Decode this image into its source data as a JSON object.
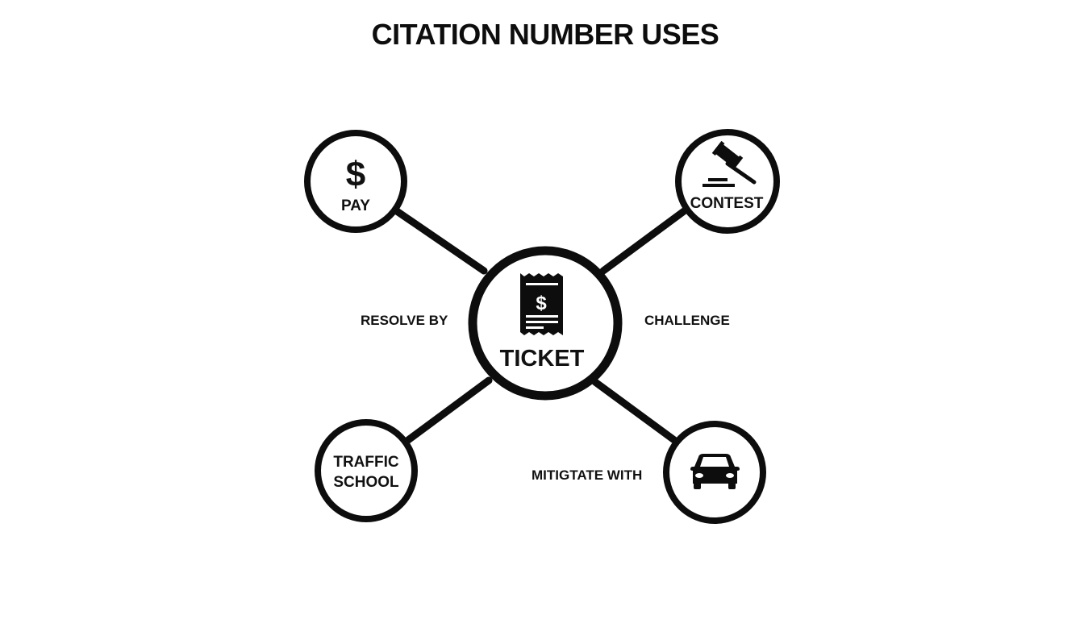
{
  "title": "CITATION NUMBER USES",
  "colors": {
    "stroke": "#0d0d0d",
    "background": "#ffffff"
  },
  "center": {
    "label": "TICKET",
    "icon": "receipt-dollar-icon"
  },
  "nodes": [
    {
      "id": "pay",
      "label": "PAY",
      "icon": "dollar-icon",
      "position": "top-left"
    },
    {
      "id": "contest",
      "label": "CONTEST",
      "icon": "gavel-icon",
      "position": "top-right"
    },
    {
      "id": "traffic-school",
      "label_line1": "TRAFFIC",
      "label_line2": "SCHOOL",
      "icon": "none",
      "position": "bottom-left"
    },
    {
      "id": "vehicle",
      "label": "",
      "icon": "car-icon",
      "position": "bottom-right"
    }
  ],
  "edge_labels": {
    "left": "RESOLVE BY",
    "right": "CHALLENGE",
    "bottom_right": "MITIGTATE WITH"
  },
  "dollar_glyph": "$"
}
